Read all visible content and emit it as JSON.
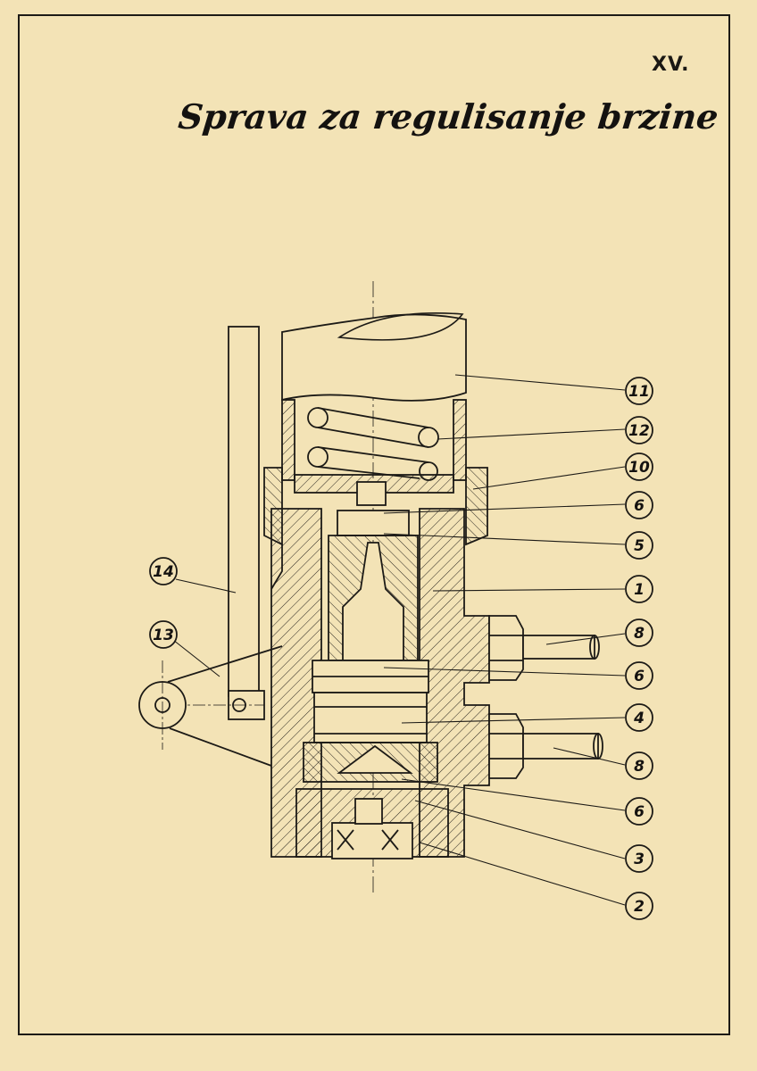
{
  "sheet": {
    "number": "XV.",
    "title": "Sprava za regulisanje brzine",
    "colors": {
      "paper": "#f3e3b6",
      "ink": "#1c1a16"
    }
  },
  "diagram": {
    "type": "mechanical-cross-section",
    "callouts": [
      {
        "label": "11"
      },
      {
        "label": "12"
      },
      {
        "label": "10"
      },
      {
        "label": "6"
      },
      {
        "label": "5"
      },
      {
        "label": "1"
      },
      {
        "label": "8"
      },
      {
        "label": "6"
      },
      {
        "label": "4"
      },
      {
        "label": "8"
      },
      {
        "label": "6"
      },
      {
        "label": "3"
      },
      {
        "label": "2"
      },
      {
        "label": "14"
      },
      {
        "label": "13"
      }
    ]
  }
}
